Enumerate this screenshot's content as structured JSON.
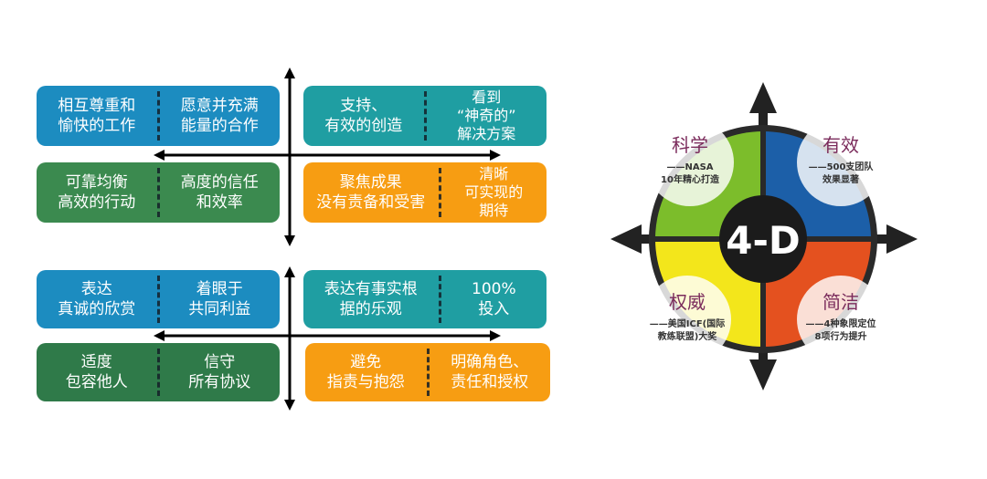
{
  "top_grid": {
    "top_left": {
      "left": "相互尊重和\n愉快的工作",
      "right": "愿意并充满\n能量的合作"
    },
    "top_right": {
      "left": "支持、\n有效的创造",
      "right": "看到\n“神奇的”\n解决方案"
    },
    "bottom_left": {
      "left": "可靠均衡\n高效的行动",
      "right": "高度的信任\n和效率"
    },
    "bottom_right": {
      "left": "聚焦成果\n没有责备和受害",
      "right": "清晰\n可实现的\n期待"
    }
  },
  "bottom_grid": {
    "top_left": {
      "left": "表达\n真诚的欣赏",
      "right": "着眼于\n共同利益"
    },
    "top_right": {
      "left": "表达有事实根\n据的乐观",
      "right": "100%\n投入"
    },
    "bottom_left": {
      "left": "适度\n包容他人",
      "right": "信守\n所有协议"
    },
    "bottom_right": {
      "left": "避免\n指责与抱怨",
      "right": "明确角色、\n责任和授权"
    }
  },
  "wheel": {
    "center": "4-D",
    "quadrants": {
      "top_left": {
        "title": "科学",
        "line1": "——NASA",
        "line2": "10年精心打造"
      },
      "top_right": {
        "title": "有效",
        "line1": "——500支团队",
        "line2": "效果显著"
      },
      "bottom_left": {
        "title": "权威",
        "line1": "——美国ICF(国际",
        "line2": "教练联盟)大奖"
      },
      "bottom_right": {
        "title": "简洁",
        "line1": "——4种象限定位",
        "line2": "8项行为提升"
      }
    },
    "colors": {
      "green": "#7cbd2b",
      "blue": "#1c5fa8",
      "yellow": "#f3e61b",
      "orange": "#e4511f"
    }
  }
}
